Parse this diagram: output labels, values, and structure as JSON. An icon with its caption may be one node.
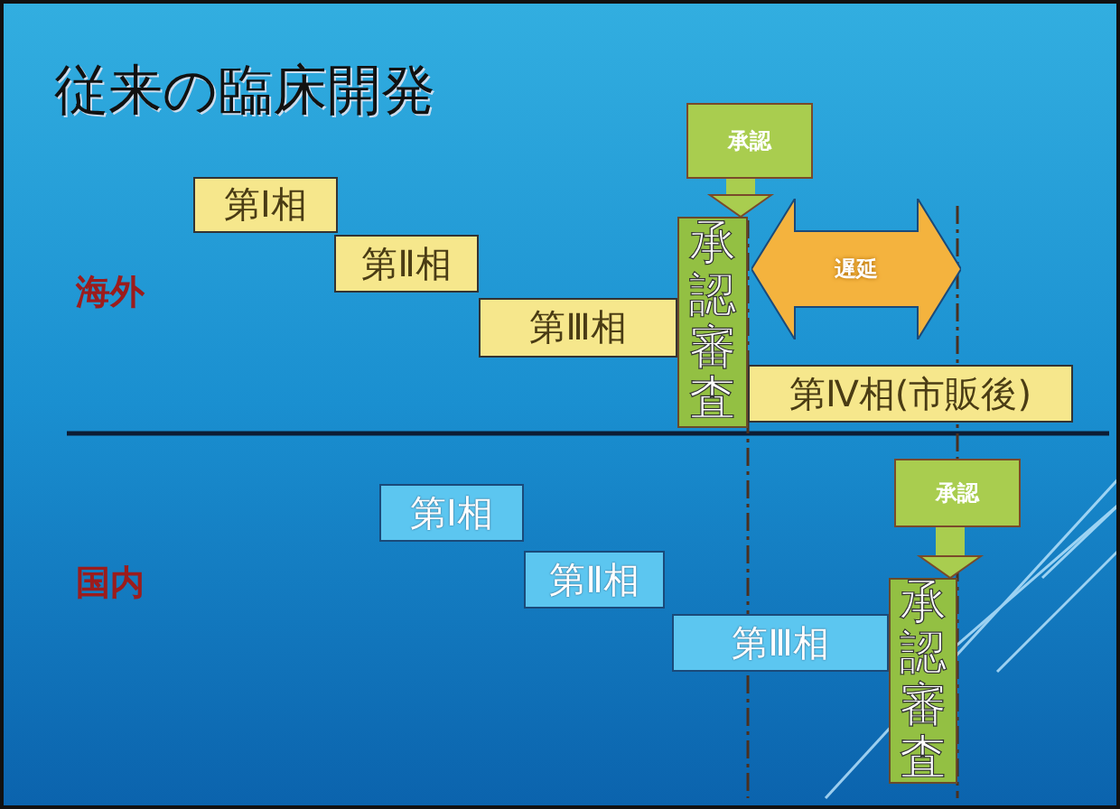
{
  "diagram": {
    "title": "従来の臨床開発",
    "nodes": [
      {
        "text": [
          "第Ⅰ相"
        ]
      },
      {
        "text": [
          "第Ⅱ相"
        ]
      },
      {
        "text": [
          "第Ⅲ相"
        ]
      },
      {
        "text": [
          "承認"
        ]
      },
      {
        "text": [
          "承認審査"
        ]
      },
      {
        "text": [
          "遅延"
        ]
      },
      {
        "text": [
          "第Ⅳ相(市販後)"
        ]
      },
      {
        "text": [
          "第Ⅰ相"
        ]
      },
      {
        "text": [
          "第Ⅱ相"
        ]
      },
      {
        "text": [
          "第Ⅲ相"
        ]
      },
      {
        "text": [
          "承認"
        ]
      },
      {
        "text": [
          "承認審査"
        ]
      }
    ],
    "edges": [
      {
        "from": 3,
        "to": 4,
        "arrow": "to"
      },
      {
        "from": 10,
        "to": 11,
        "arrow": "to"
      }
    ],
    "labels": [
      "海外",
      "国内"
    ]
  }
}
